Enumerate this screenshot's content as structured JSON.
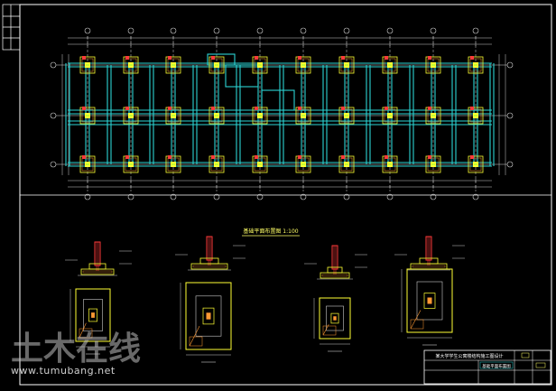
{
  "drawing": {
    "plan_title": "基础平面布置图 1:100",
    "title_block_name": "某大学学生公寓楼结构施工图设计",
    "title_block_drawing": "基础平面布置图"
  },
  "colors": {
    "background": "#000000",
    "frame": "#ffffff",
    "beam": "#2bd3d3",
    "grid": "#d6d6d6",
    "footing": "#ffff33",
    "column": "#ff3a3a",
    "rebar": "#ff9933",
    "dimension": "#cccccc"
  },
  "watermark": {
    "logo_text": "土木在线",
    "url": "www.tumubang.net"
  }
}
